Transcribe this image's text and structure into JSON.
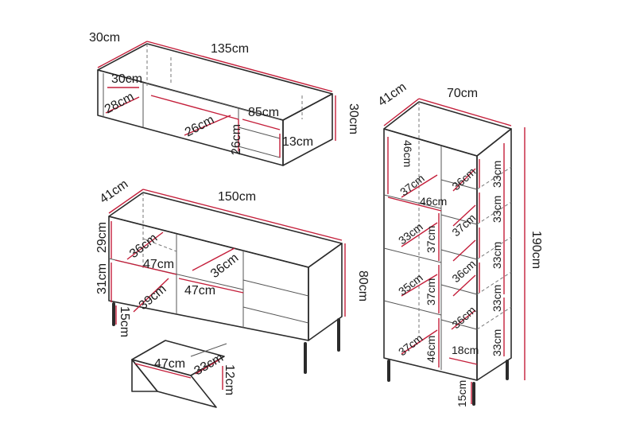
{
  "tv_bench": {
    "depth": "30cm",
    "width": "135cm",
    "height": "30cm",
    "inner_depth": "30cm",
    "left_shelf": "28cm",
    "middle_depth": "26cm",
    "middle_height": "26cm",
    "right_width": "85cm",
    "right_height": "13cm"
  },
  "sideboard": {
    "depth": "41cm",
    "width": "150cm",
    "height": "80cm",
    "upper_height": "29cm",
    "lower_height": "31cm",
    "upper_shelf_depth": "36cm",
    "upper_shelf_width": "47cm",
    "middle_shelf_depth": "36cm",
    "middle_shelf_width": "47cm",
    "lower_shelf_depth": "39cm",
    "legs": "15cm"
  },
  "drawer": {
    "width": "47cm",
    "depth": "33cm",
    "height": "12cm"
  },
  "bookcase": {
    "depth": "41cm",
    "width": "70cm",
    "height": "190cm",
    "left_top_height": "46cm",
    "left_shelf_1": "37cm",
    "left_width": "46cm",
    "left_shelf_2": "33cm",
    "left_height_2": "37cm",
    "left_shelf_3": "35cm",
    "left_height_3": "37cm",
    "left_shelf_4": "37cm",
    "left_height_4": "46cm",
    "right_depth_1": "36cm",
    "right_height_1": "33cm",
    "right_depth_2": "37cm",
    "right_height_2": "33cm",
    "right_depth_3": "36cm",
    "right_height_3": "33cm",
    "right_depth_4": "36cm",
    "right_height_4": "33cm",
    "right_width_bottom": "18cm",
    "right_height_5": "33cm",
    "legs": "15cm"
  }
}
